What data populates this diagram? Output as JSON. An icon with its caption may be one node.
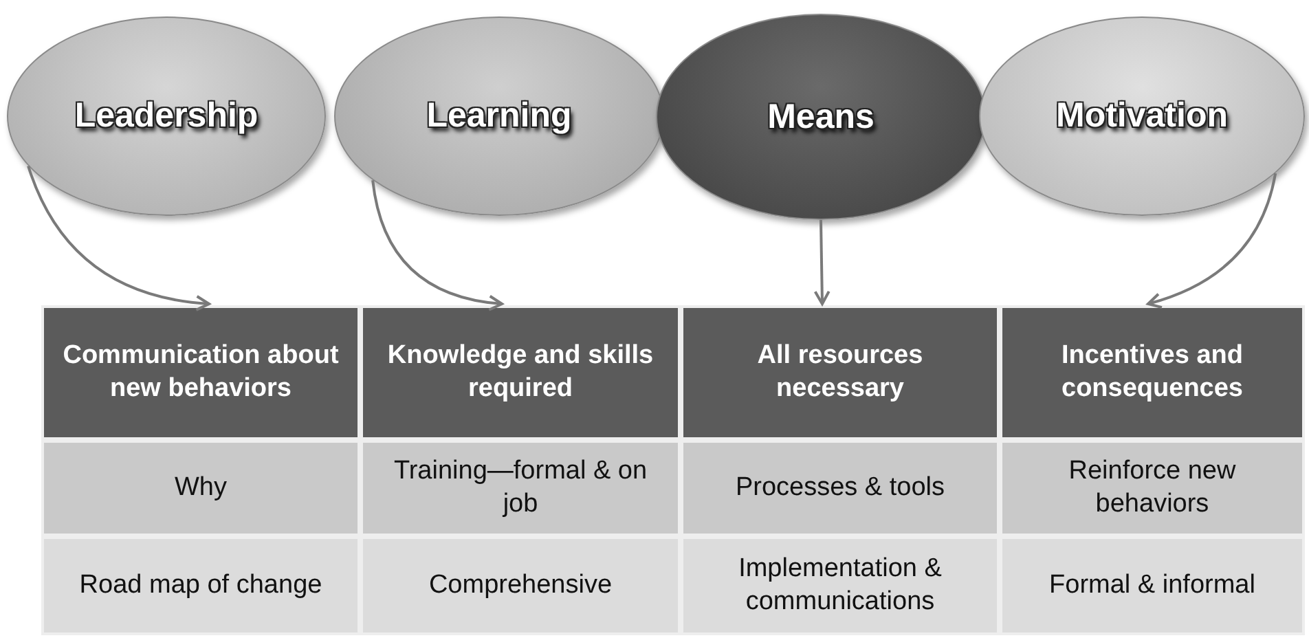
{
  "diagram": {
    "nodes": [
      {
        "text": [
          "Leadership"
        ]
      },
      {
        "text": [
          "Learning"
        ]
      },
      {
        "text": [
          "Means"
        ]
      },
      {
        "text": [
          "Motivation"
        ]
      },
      {
        "text": [
          "Communication about new behaviors"
        ]
      },
      {
        "text": [
          "Knowledge and skills required"
        ]
      },
      {
        "text": [
          "All resources necessary"
        ]
      },
      {
        "text": [
          "Incentives and consequences"
        ]
      }
    ],
    "edges": [
      {
        "from": 0,
        "to": 4,
        "arrow": "to"
      },
      {
        "from": 1,
        "to": 5,
        "arrow": "to"
      },
      {
        "from": 2,
        "to": 6,
        "arrow": "to"
      },
      {
        "from": 3,
        "to": 7,
        "arrow": "to"
      }
    ],
    "labels": [
      "Why",
      "Training—formal & on job",
      "Processes & tools",
      "Reinforce new behaviors",
      "Road map of change",
      "Comprehensive",
      "Implementation & communications",
      "Formal & informal"
    ]
  }
}
